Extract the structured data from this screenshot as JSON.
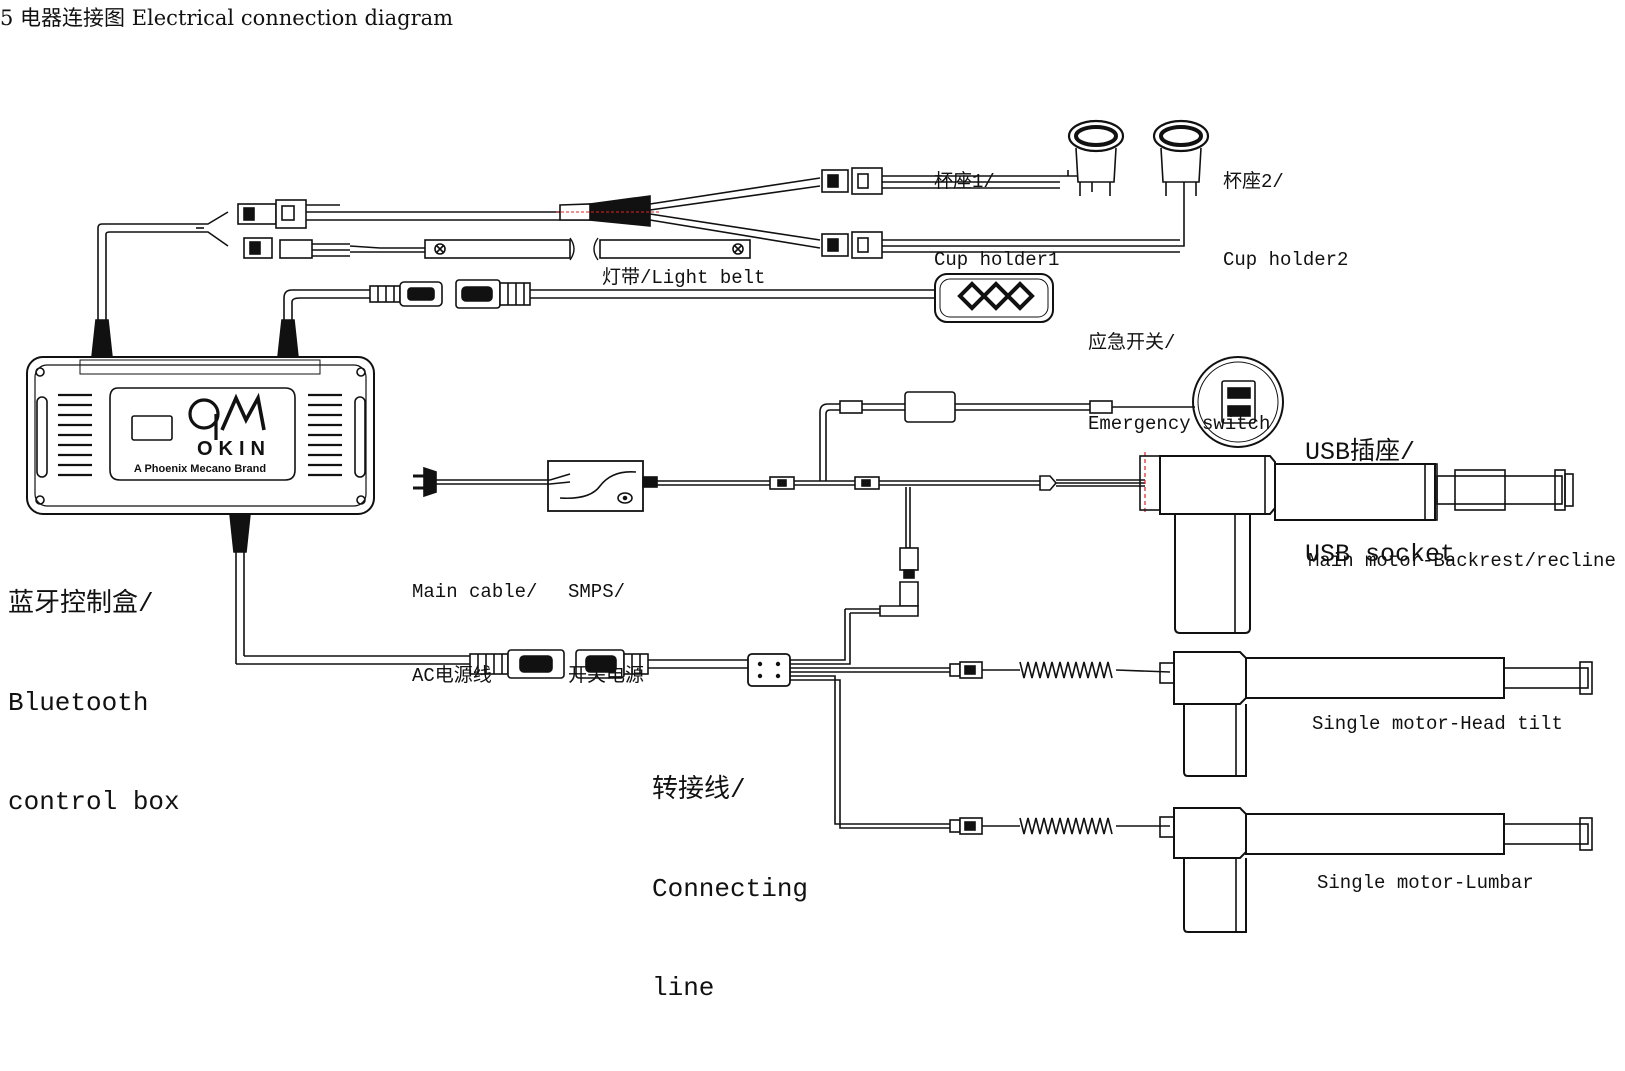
{
  "title": "5 电器连接图 Electrical connection diagram",
  "brand": {
    "logo_text": "OKIN",
    "tagline": "A Phoenix Mecano Brand"
  },
  "labels": {
    "control_box": [
      "蓝牙控制盒/",
      "Bluetooth",
      "control box"
    ],
    "cup_holder_1": [
      "杯座1/",
      "Cup holder1"
    ],
    "cup_holder_2": [
      "杯座2/",
      "Cup holder2"
    ],
    "light_belt": "灯带/Light belt",
    "emergency_switch": [
      "应急开关/",
      "Emergency switch"
    ],
    "usb_socket": [
      "USB插座/",
      "USB socket"
    ],
    "main_cable": [
      "Main cable/",
      "AC电源线"
    ],
    "smps": [
      "SMPS/",
      "开关电源"
    ],
    "main_motor": "Main motor-Backrest/recline",
    "connecting_line": [
      "转接线/",
      "Connecting",
      "line"
    ],
    "head_tilt_motor": "Single motor-Head tilt",
    "lumbar_motor": "Single motor-Lumbar"
  },
  "colors": {
    "line": "#111111",
    "background": "#ffffff",
    "marker_red": "#e02020"
  }
}
